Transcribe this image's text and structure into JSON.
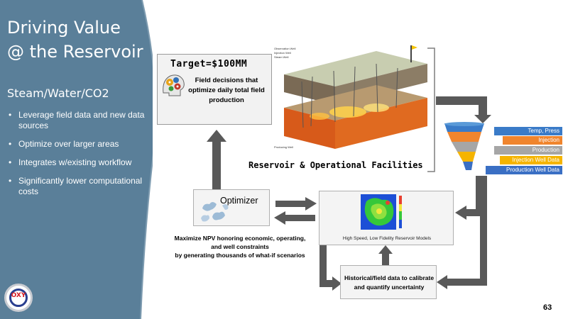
{
  "slide": {
    "title_line1": "Driving Value",
    "title_line2": "@ the Reservoir",
    "subtitle": "Steam/Water/CO2",
    "bullets": [
      "Leverage field data and new data sources",
      "Optimize over larger areas",
      "Integrates w/existing workflow",
      "Significantly lower computational costs"
    ],
    "page_number": "63",
    "logo_text": "OXY"
  },
  "target": {
    "title": "Target=$100MM",
    "description": "Field decisions that optimize daily total field production"
  },
  "optimizer": {
    "label": "Optimizer",
    "note_line1": "Maximize NPV honoring economic, operating,",
    "note_line2": "and well constraints",
    "note_line3": "by generating thousands of what-if scenarios"
  },
  "model": {
    "label": "High Speed, Low Fidelity Reservoir Models"
  },
  "history": {
    "label": "Historical/field data to calibrate and quantify uncertainty"
  },
  "reservoir": {
    "caption": "Reservoir & Operational Facilities",
    "legend_observation": "Observation Well",
    "legend_injection": "Injection Well",
    "legend_steam": "Steam Well",
    "legend_producing": "Producing Well"
  },
  "funnel": {
    "items": [
      "Temp, Press",
      "Injection",
      "Production",
      "Injection Well Data",
      "Production Well Data"
    ]
  },
  "colors": {
    "panel": "#5a7f99",
    "arrow": "#595959",
    "funnel_blue": "#3a7bc8",
    "funnel_orange": "#f0852d",
    "funnel_gray": "#a6a6a6",
    "funnel_yellow": "#f5b400"
  }
}
